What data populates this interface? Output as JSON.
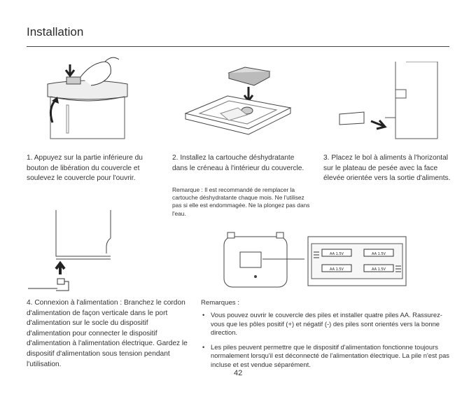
{
  "page": {
    "title": "Installation",
    "page_number": "42"
  },
  "steps": [
    {
      "text": "1. Appuyez sur la partie inférieure du bouton de libération du couvercle et soulevez le couvercle pour l'ouvrir."
    },
    {
      "text": "2. Installez la cartouche déshydratante dans le créneau à l'intérieur du couvercle.",
      "note": "Remarque : Il est recommandé de remplacer la cartouche déshydratante chaque mois. Ne l'utilisez pas si elle est endommagée. Ne la plongez pas dans l'eau."
    },
    {
      "text": "3. Placez le bol à aliments à l'horizontal sur le plateau de pesée avec la face élevée orientée vers la sortie d'aliments."
    },
    {
      "text": "4. Connexion à l'alimentation : Branchez le cordon d'alimentation de façon verticale dans le port d'alimentation sur le socle du dispositif d'alimentation pour connecter le dispositif d'alimentation à l'alimentation électrique. Gardez le dispositif d'alimentation sous tension pendant l'utilisation."
    }
  ],
  "remarks": {
    "heading": "Remarques :",
    "items": [
      "Vous pouvez ouvrir le couvercle des piles et installer quatre piles AA. Rassurez-vous que les pôles positif (+) et négatif (-) des piles sont orientés vers la bonne direction.",
      "Les piles peuvent permettre que le dispositif d'alimentation fonctionne toujours normalement lorsqu'il est déconnecté de l'alimentation électrique. La pile n'est pas incluse et est vendue séparément."
    ]
  },
  "battery_labels": [
    "AA 1.5V",
    "AA 1.5V",
    "AA 1.5V",
    "AA 1.5V"
  ]
}
